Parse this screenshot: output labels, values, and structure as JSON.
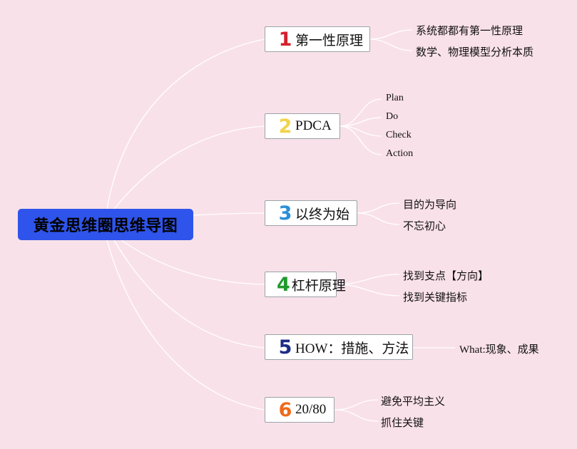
{
  "central": "黄金思维圈思维导图",
  "branches": [
    {
      "num": "1",
      "num_color": "#d4202c",
      "label": "第一性原理",
      "subs": [
        "系统都都有第一性原理",
        "数学、物理模型分析本质"
      ]
    },
    {
      "num": "2",
      "num_color": "#f2d34a",
      "label": "PDCA",
      "subs": [
        "Plan",
        "Do",
        "Check",
        "Action"
      ]
    },
    {
      "num": "3",
      "num_color": "#2b8fd6",
      "label": "以终为始",
      "subs": [
        "目的为导向",
        "不忘初心"
      ]
    },
    {
      "num": "4",
      "num_color": "#1f9a2c",
      "label": "杠杆原理",
      "subs": [
        "找到支点【方向】",
        "找到关键指标"
      ]
    },
    {
      "num": "5",
      "num_color": "#1c2c86",
      "label": "HOW：措施、方法",
      "subs": [
        "What:现象、成果"
      ]
    },
    {
      "num": "6",
      "num_color": "#ee6a1a",
      "label": "20/80",
      "subs": [
        "避免平均主义",
        "抓住关键"
      ]
    }
  ],
  "colors": {
    "background": "#f9e1e9",
    "central_fill": "#2f54eb",
    "connector": "#ffffff"
  }
}
